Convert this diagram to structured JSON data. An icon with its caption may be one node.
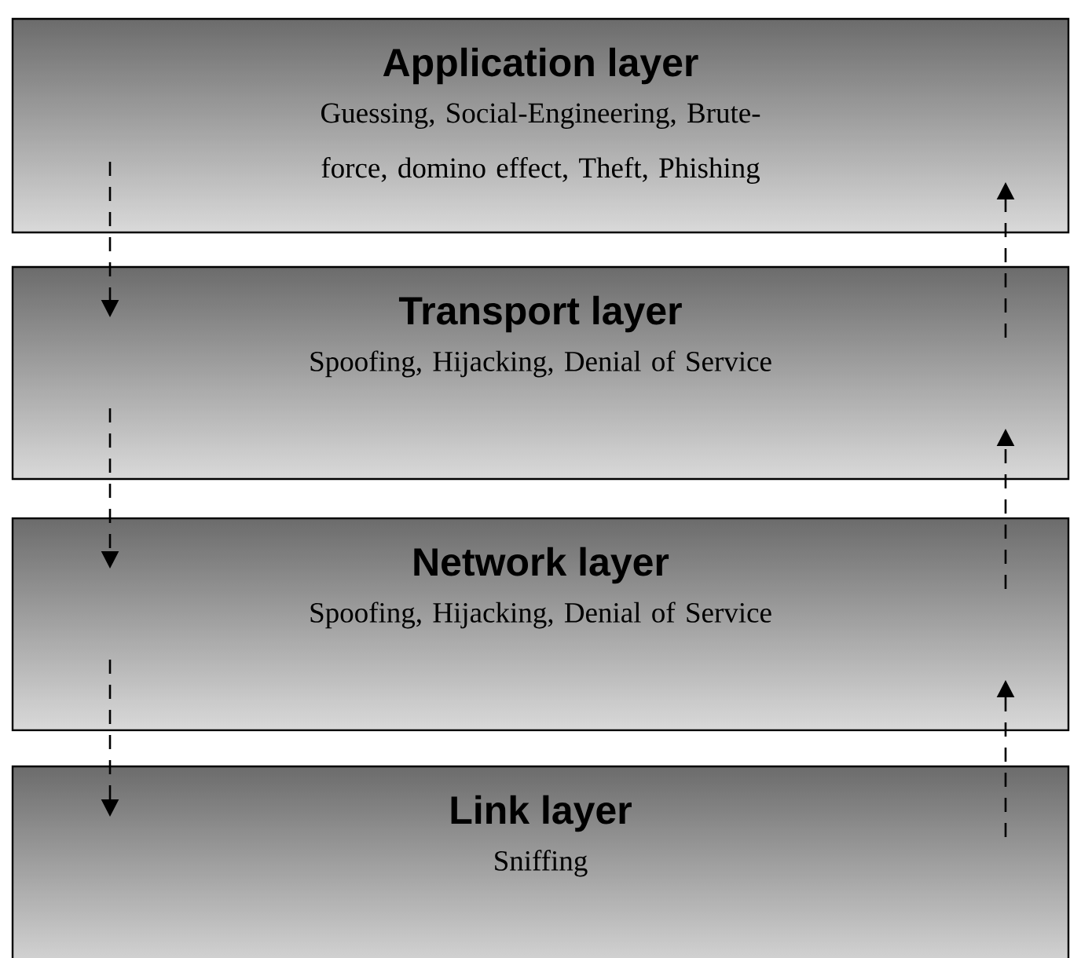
{
  "diagram": {
    "nodes": [
      {
        "text": [
          "Application layer",
          "Guessing, Social-Engineering, Brute-force, domino effect, Theft, Phishing"
        ]
      },
      {
        "text": [
          "Transport layer",
          "Spoofing, Hijacking, Denial of Service"
        ]
      },
      {
        "text": [
          "Network layer",
          "Spoofing, Hijacking, Denial of Service"
        ]
      },
      {
        "text": [
          "Link layer",
          "Sniffing"
        ]
      }
    ],
    "edges": [
      {
        "from": 0,
        "to": 1,
        "arrow": "to",
        "style": "dashed"
      },
      {
        "from": 1,
        "to": 2,
        "arrow": "to",
        "style": "dashed"
      },
      {
        "from": 2,
        "to": 3,
        "arrow": "to",
        "style": "dashed"
      },
      {
        "from": 3,
        "to": 2,
        "arrow": "to",
        "style": "dashed"
      },
      {
        "from": 2,
        "to": 1,
        "arrow": "to",
        "style": "dashed"
      },
      {
        "from": 1,
        "to": 0,
        "arrow": "to",
        "style": "dashed"
      }
    ]
  }
}
